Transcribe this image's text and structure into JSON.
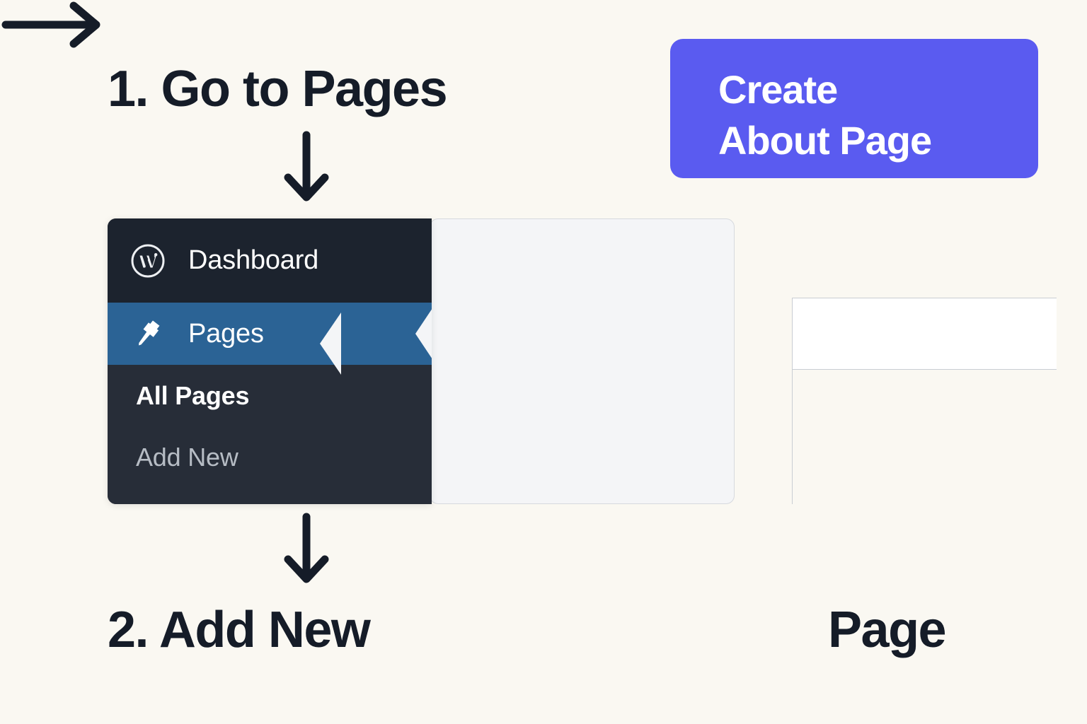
{
  "page": {
    "background_color": "#FAF8F2",
    "text_color": "#151C28"
  },
  "steps": [
    {
      "id": "step-1",
      "label": "1.  Go to Pages"
    },
    {
      "id": "step-2",
      "label": "2. Add New"
    }
  ],
  "tail_word": "Page",
  "cta": {
    "name": "create-about-page-button",
    "line1": "Create",
    "line2": "About Page",
    "background_color": "#5A5BF0",
    "text_color": "#FFFFFF"
  },
  "arrows": {
    "down_1": "arrow-down-icon",
    "down_2": "arrow-down-icon",
    "right": "arrow-right-icon"
  },
  "admin_window": {
    "sidebar": {
      "background_color": "#272D38",
      "active_color": "#2B6395",
      "items": [
        {
          "label": "Dashboard",
          "icon": "wordpress-logo-icon",
          "state": "normal"
        },
        {
          "label": "Pages",
          "icon": "pin-icon",
          "state": "active"
        }
      ],
      "submenu": [
        {
          "label": "All Pages",
          "state": "current"
        },
        {
          "label": "Add New",
          "state": "normal"
        }
      ]
    },
    "content_panel": {
      "background_color": "#F4F5F7",
      "border_color": "#D6D9DE",
      "block_color": "#FFFFFF"
    }
  }
}
